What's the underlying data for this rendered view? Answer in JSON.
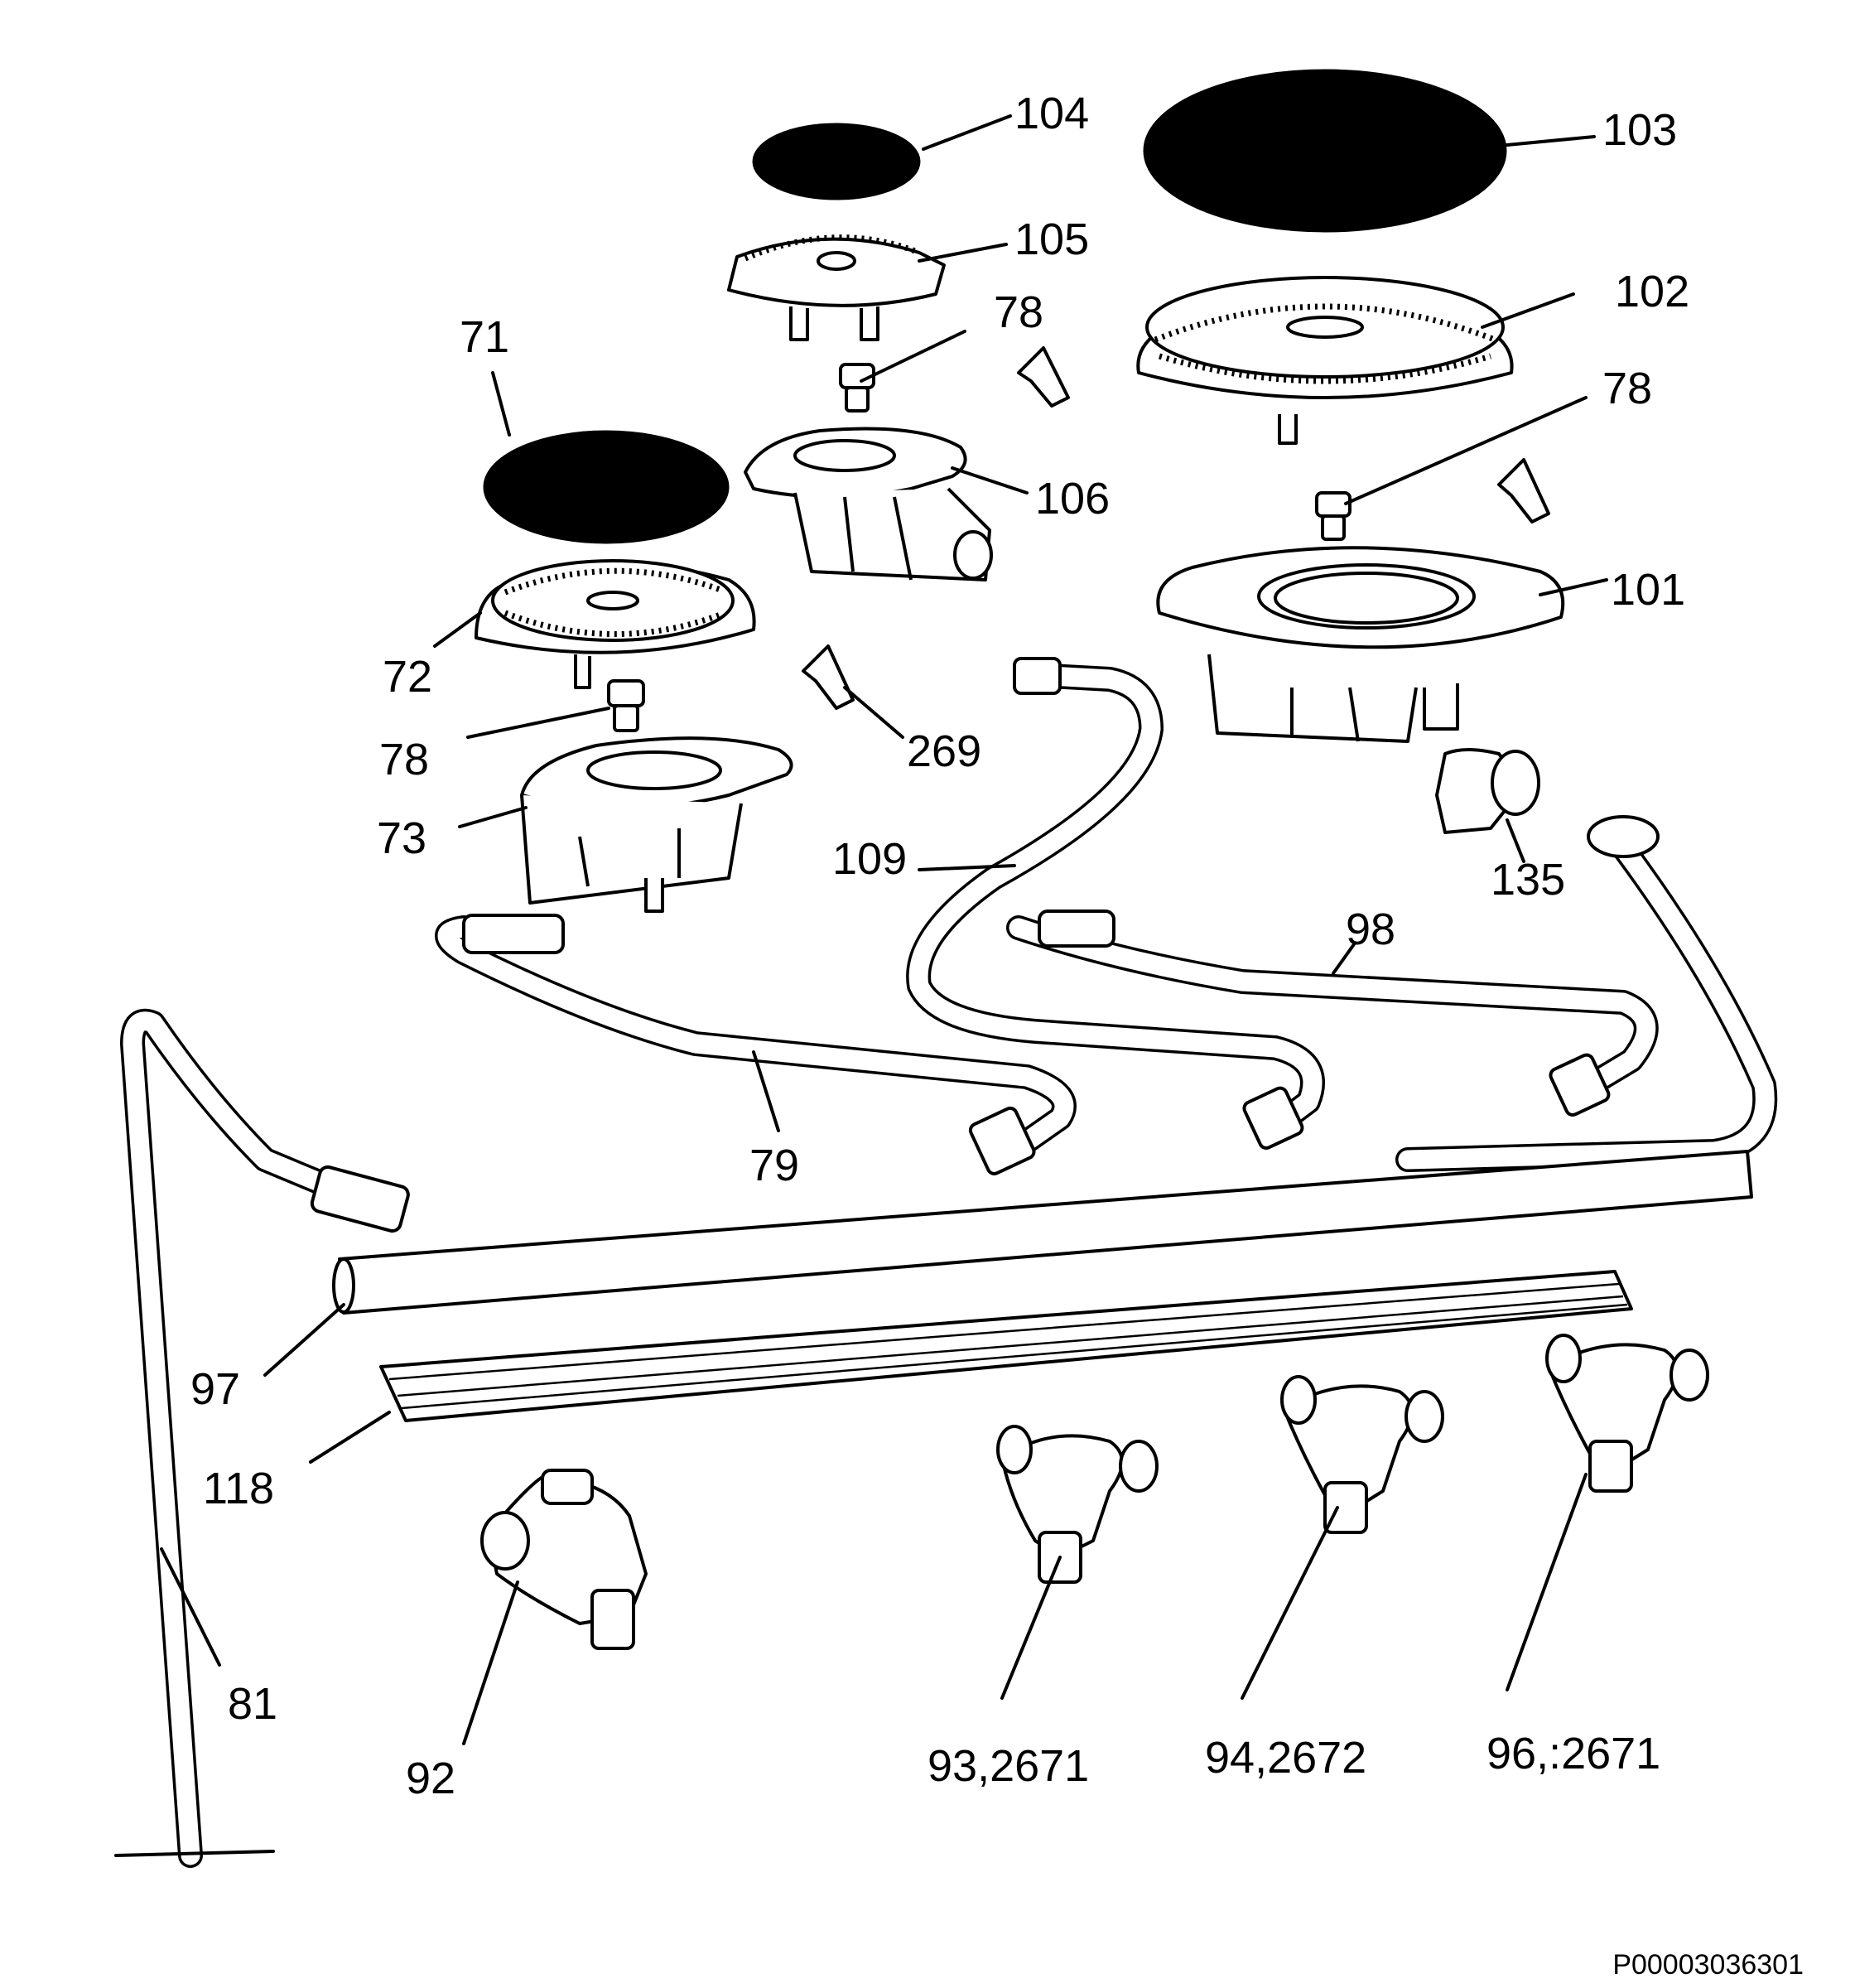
{
  "labels": {
    "l104": "104",
    "l103": "103",
    "l105": "105",
    "l102": "102",
    "l78a": "78",
    "l78b": "78",
    "l71": "71",
    "l106": "106",
    "l101": "101",
    "l72": "72",
    "l78c": "78",
    "l269": "269",
    "l73": "73",
    "l109": "109",
    "l135": "135",
    "l98": "98",
    "l79": "79",
    "l97": "97",
    "l118": "118",
    "l81": "81",
    "l92": "92",
    "l93": "93,2671",
    "l94": "94,2672",
    "l96": "96,:2671"
  },
  "drawing_code": "P00003036301"
}
